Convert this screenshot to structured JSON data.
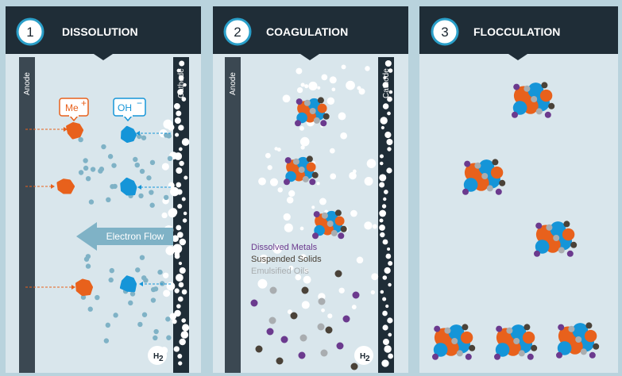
{
  "panels": [
    {
      "number": "1",
      "title": "DISSOLUTION"
    },
    {
      "number": "2",
      "title": "COAGULATION"
    },
    {
      "number": "3",
      "title": "FLOCCULATION"
    }
  ],
  "electrodes": {
    "anode": "Anode",
    "cathode": "Cathode"
  },
  "ions": {
    "metal": "Me",
    "metal_sup": "+",
    "hydroxide": "OH",
    "hydroxide_sup": "−"
  },
  "electron_flow": "Electron Flow",
  "gas": {
    "symbol": "H",
    "subscript": "2"
  },
  "legend": [
    "Dissolved Metals",
    "Suspended Solids",
    "Emulsified Oils"
  ],
  "colors": {
    "background": "#b9d3dd",
    "panel": "#d9e6ec",
    "header": "#1f2d37",
    "anode": "#3b4852",
    "metal": "#e8611c",
    "hydroxide": "#1595d8",
    "electron_dot": "#7fb2c6",
    "dissolved_metals": "#6b3a8e",
    "suspended_solids": "#4a4238",
    "emulsified_oils": "#a9adb0",
    "bubble": "#ffffff"
  }
}
